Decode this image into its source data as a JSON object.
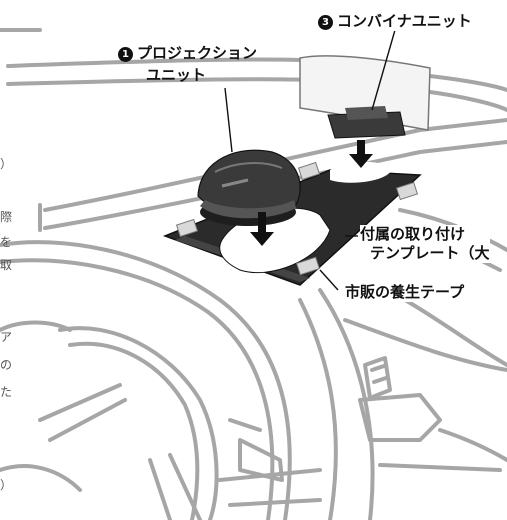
{
  "labels": {
    "projection_unit": {
      "number": "1",
      "line1": "プロジェクション",
      "line2": "ユニット"
    },
    "combiner_unit": {
      "number": "3",
      "text": "コンバイナユニット"
    },
    "template": {
      "line1": "付属の取り付け",
      "line2": "テンプレート（大"
    },
    "tape": {
      "text": "市販の養生テープ"
    }
  },
  "left_edge_glyphs": [
    "）",
    "際",
    "を",
    "取",
    "ア",
    "の",
    "た",
    "）"
  ],
  "colors": {
    "outline": "#9a9a9a",
    "dark": "#2e2e2e",
    "text": "#111111"
  }
}
